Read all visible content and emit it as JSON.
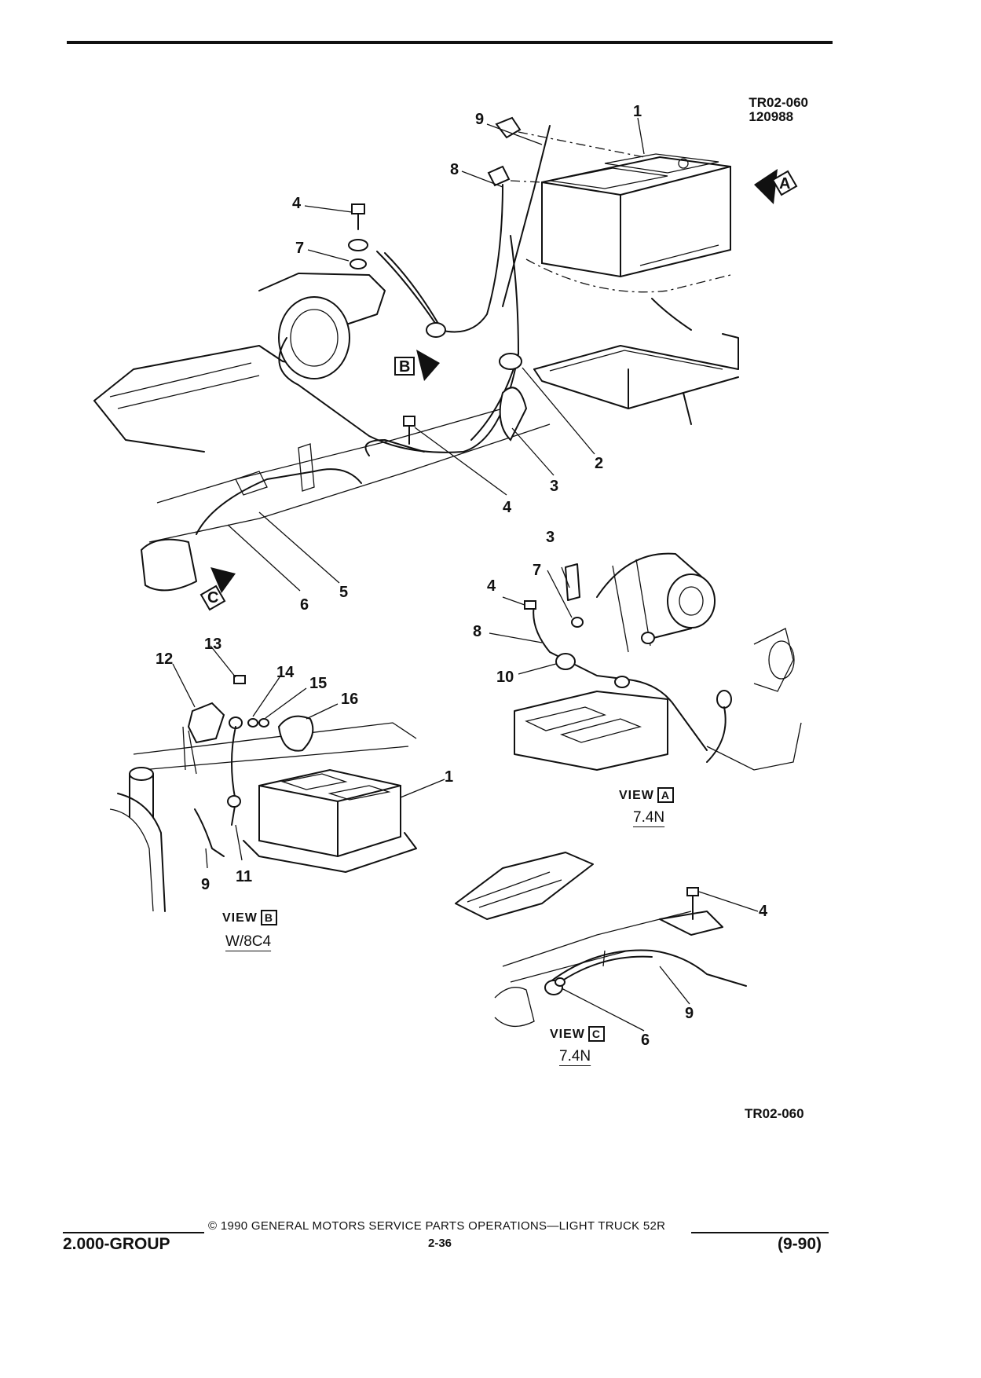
{
  "figure": {
    "code": "TR02-060",
    "date_code": "120988",
    "code_bottom": "TR02-060"
  },
  "callouts": {
    "main": [
      "1",
      "9",
      "8",
      "4",
      "7",
      "2",
      "3",
      "4",
      "5",
      "6"
    ],
    "view_a": [
      "3",
      "7",
      "4",
      "8",
      "10"
    ],
    "view_b": [
      "13",
      "12",
      "14",
      "15",
      "16",
      "1",
      "9",
      "11"
    ],
    "view_c": [
      "4",
      "9",
      "6"
    ]
  },
  "arrows": {
    "a": "A",
    "b": "B",
    "c": "C"
  },
  "views": {
    "a": {
      "label": "VIEW",
      "letter": "A",
      "spec": "7.4N"
    },
    "b": {
      "label": "VIEW",
      "letter": "B",
      "spec": "W/8C4"
    },
    "c": {
      "label": "VIEW",
      "letter": "C",
      "spec": "7.4N"
    }
  },
  "footer": {
    "group": "2.000-GROUP",
    "copyright": "© 1990 GENERAL MOTORS SERVICE PARTS OPERATIONS—LIGHT TRUCK 52R",
    "page": "2-36",
    "revision": "(9-90)"
  }
}
